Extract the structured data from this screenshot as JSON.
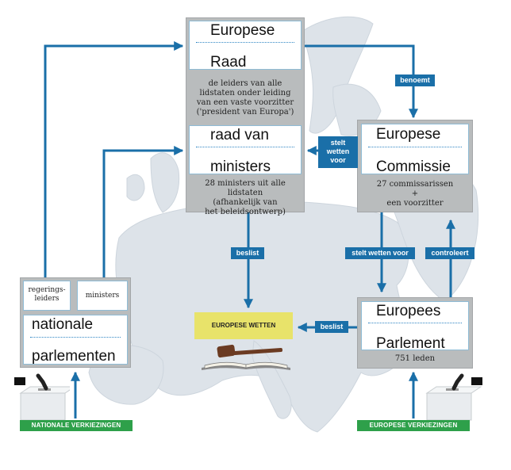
{
  "council": {
    "title_line1": "Europese",
    "title_line2": "Raad",
    "desc": [
      "de leiders van alle",
      "lidstaten onder leiding",
      "van een vaste voorzitter",
      "('president van Europa')"
    ]
  },
  "ministers": {
    "title_line1": "raad van",
    "title_line2": "ministers",
    "desc": [
      "28 ministers uit alle lidstaten",
      "(afhankelijk van",
      "het beleidsontwerp)"
    ]
  },
  "commission": {
    "title_line1": "Europese",
    "title_line2": "Commissie",
    "desc": [
      "27 commissarissen",
      "+",
      "een voorzitter"
    ]
  },
  "parliament": {
    "title_line1": "Europees",
    "title_line2": "Parlement",
    "desc": [
      "751 leden"
    ]
  },
  "national": {
    "box_left": [
      "regerings-",
      "leiders"
    ],
    "box_right": "ministers",
    "title_line1": "nationale",
    "title_line2": "parlementen"
  },
  "labels": {
    "benoemt": "benoemt",
    "stelt_wetten_voor_short": [
      "stelt",
      "wetten",
      "voor"
    ],
    "beslist_ministers": "beslist",
    "beslist_parliament": "beslist",
    "stelt_wetten_voor_long": "stelt wetten voor",
    "controleert": "controleert"
  },
  "laws": {
    "label": "EUROPESE WETTEN"
  },
  "elections": {
    "national": "NATIONALE VERKIEZINGEN",
    "european": "EUROPESE VERKIEZINGEN"
  },
  "colors": {
    "arrow": "#1a6fa8",
    "tag": "#1a6fa8",
    "green": "#2ea04a",
    "laws": "#e8e36a",
    "panel": "#b9bcbd",
    "map": "#dde3e9"
  }
}
